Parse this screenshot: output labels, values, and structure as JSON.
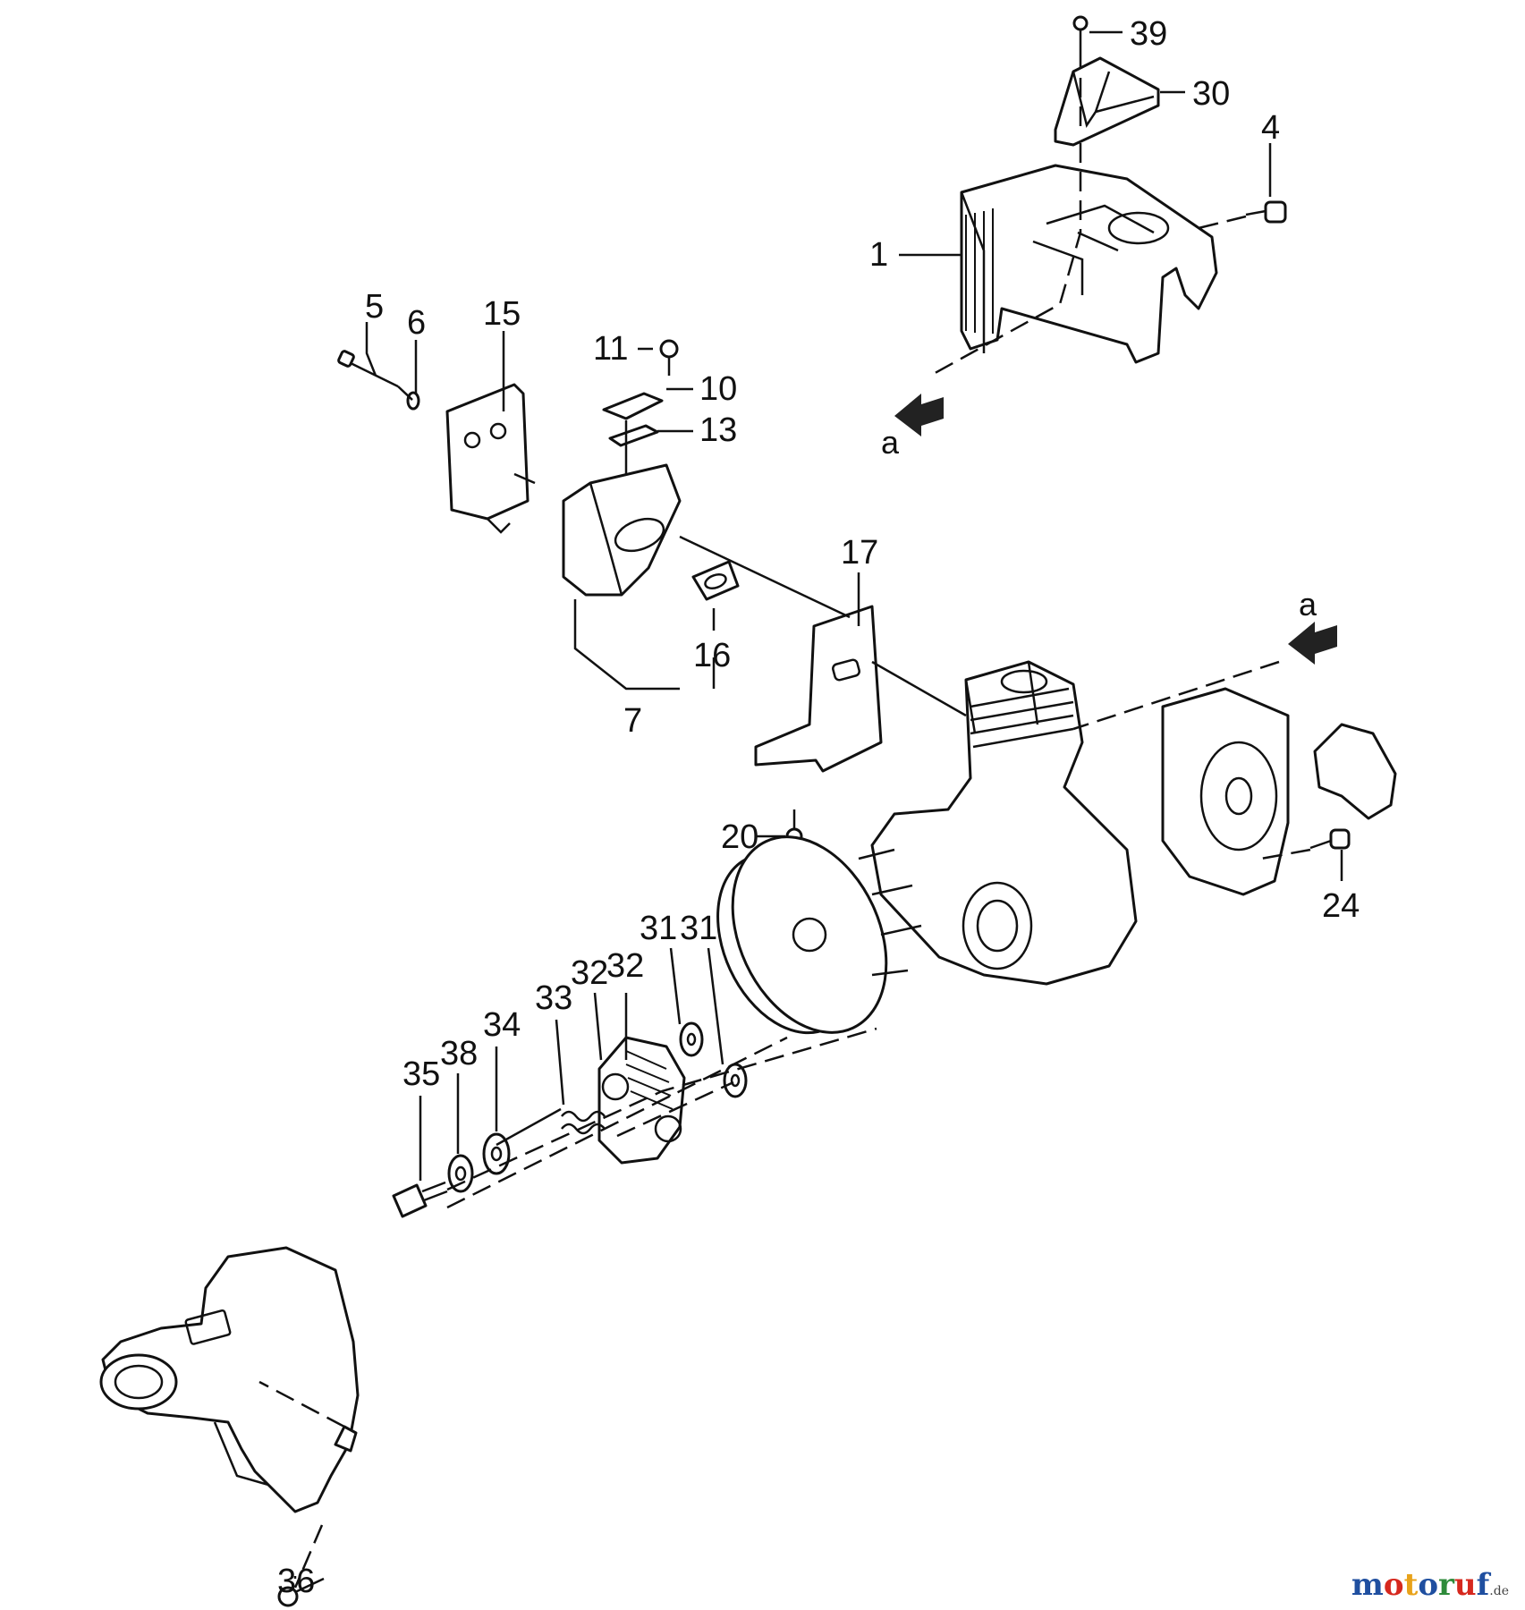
{
  "callouts": [
    "39",
    "30",
    "4",
    "1",
    "5",
    "6",
    "15",
    "11",
    "10",
    "13",
    "17",
    "16",
    "7",
    "20",
    "24",
    "31",
    "31",
    "32",
    "32",
    "33",
    "34",
    "38",
    "35",
    "36"
  ],
  "view_arrow_label": "a",
  "watermark": {
    "letters": [
      "m",
      "o",
      "t",
      "o",
      "r",
      "u",
      "f"
    ],
    "letter_colors": [
      "#1f4fa0",
      "#d6281e",
      "#e8a21a",
      "#1f4fa0",
      "#2e8b3a",
      "#d6281e",
      "#1f4fa0"
    ],
    "tld": ".de"
  }
}
